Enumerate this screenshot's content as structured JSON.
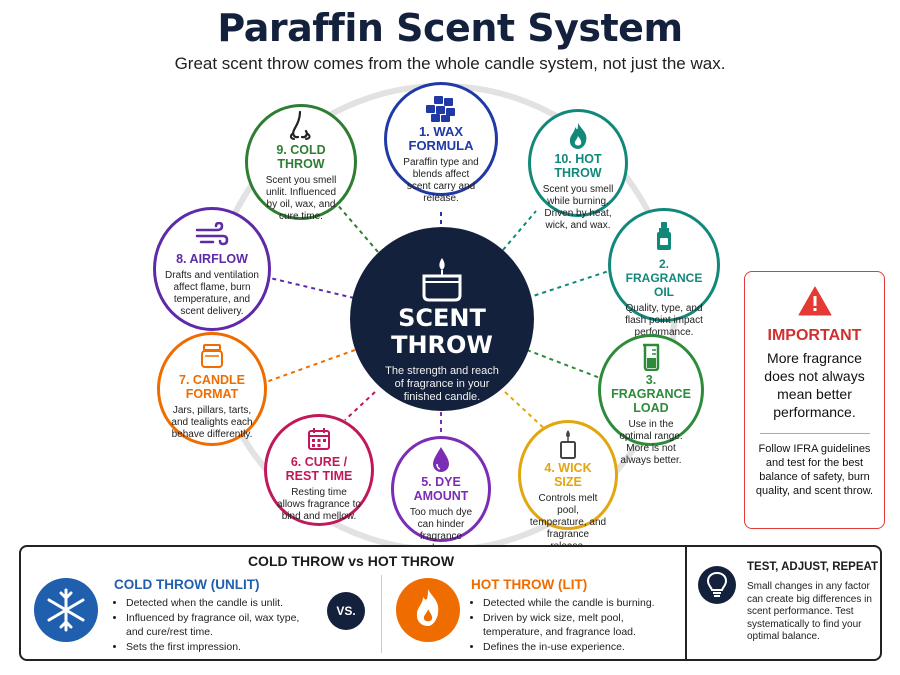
{
  "header": {
    "title": "Paraffin Scent System",
    "subtitle": "Great scent throw comes from the whole candle system, not just the wax."
  },
  "center": {
    "title_line1": "SCENT",
    "title_line2": "THROW",
    "description": "The strength and reach of fragrance in your finished candle."
  },
  "colors": {
    "navy": "#14213d",
    "blue": "#1f3aa6",
    "teal": "#12887a",
    "green": "#2e8b3a",
    "yellow": "#e2a60e",
    "purple": "#7b2db5",
    "magenta": "#c2185b",
    "orange": "#ef6c00",
    "violet": "#5e2aa8",
    "red": "#d32f2f"
  },
  "factors": [
    {
      "id": "wax",
      "title_line1": "1. WAX",
      "title_line2": "FORMULA",
      "description": "Paraffin type and blends affect scent carry and release.",
      "icon": "wax-blocks-icon",
      "color": "#1f3aa6"
    },
    {
      "id": "fragrance-oil",
      "title_line1": "2. FRAGRANCE OIL",
      "title_line2": "",
      "description": "Quality, type, and flash point impact performance.",
      "icon": "dropper-bottle-icon",
      "color": "#12887a"
    },
    {
      "id": "fragrance-load",
      "title_line1": "3. FRAGRANCE",
      "title_line2": "LOAD",
      "description": "Use in the optimal range. More is not always better.",
      "icon": "beaker-icon",
      "color": "#2e8b3a"
    },
    {
      "id": "wick-size",
      "title_line1": "4. WICK SIZE",
      "title_line2": "",
      "description": "Controls melt pool, temperature, and fragrance release.",
      "icon": "candle-icon",
      "color": "#e2a60e"
    },
    {
      "id": "dye-amount",
      "title_line1": "5. DYE AMOUNT",
      "title_line2": "",
      "description": "Too much dye can hinder fragrance release.",
      "icon": "drop-icon",
      "color": "#7b2db5"
    },
    {
      "id": "cure-rest",
      "title_line1": "6. CURE /",
      "title_line2": "REST TIME",
      "description": "Resting time allows fragrance to bind and mellow.",
      "icon": "calendar-icon",
      "color": "#c2185b"
    },
    {
      "id": "candle-format",
      "title_line1": "7. CANDLE",
      "title_line2": "FORMAT",
      "description": "Jars, pillars, tarts, and tealights each behave differently.",
      "icon": "jar-icon",
      "color": "#ef6c00"
    },
    {
      "id": "airflow",
      "title_line1": "8. AIRFLOW",
      "title_line2": "",
      "description": "Drafts and ventilation affect flame, burn temperature, and scent delivery.",
      "icon": "wind-icon",
      "color": "#5e2aa8"
    },
    {
      "id": "cold-throw",
      "title_line1": "9. COLD THROW",
      "title_line2": "",
      "description": "Scent you smell unlit. Influenced by oil, wax, and cure time.",
      "icon": "nose-icon",
      "color": "#2e7d32"
    },
    {
      "id": "hot-throw",
      "title_line1": "10. HOT THROW",
      "title_line2": "",
      "description": "Scent you smell while burning. Driven by heat, wick, and wax.",
      "icon": "flame-icon",
      "color": "#12887a"
    }
  ],
  "important": {
    "title": "IMPORTANT",
    "text": "More fragrance does not always mean better performance.",
    "note": "Follow IFRA guidelines and test for the best balance of safety, burn quality, and scent throw."
  },
  "comparison": {
    "title": "COLD THROW vs HOT THROW",
    "vs": "VS.",
    "cold": {
      "title": "COLD THROW (UNLIT)",
      "bullets": [
        "Detected when the candle is unlit.",
        "Influenced by fragrance oil, wax type, and cure/rest time.",
        "Sets the first impression."
      ]
    },
    "hot": {
      "title": "HOT THROW (LIT)",
      "bullets": [
        "Detected while the candle is burning.",
        "Driven by wick size, melt pool, temperature, and fragrance load.",
        "Defines the in-use experience."
      ]
    }
  },
  "tip": {
    "title": "TEST, ADJUST, REPEAT",
    "text": "Small changes in any factor can create big differences in scent performance. Test systematically to find your optimal balance."
  }
}
